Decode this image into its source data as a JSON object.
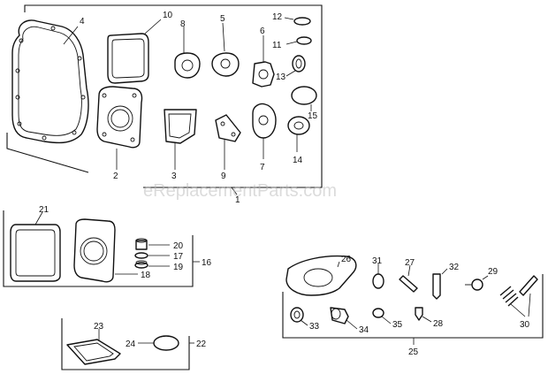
{
  "watermark": "eReplacementParts.com",
  "callouts": {
    "c1": "1",
    "c2": "2",
    "c3": "3",
    "c4": "4",
    "c5": "5",
    "c6": "6",
    "c7": "7",
    "c8": "8",
    "c9": "9",
    "c10": "10",
    "c11": "11",
    "c12": "12",
    "c13": "13",
    "c14": "14",
    "c15": "15",
    "c16": "16",
    "c17": "17",
    "c18": "18",
    "c19": "19",
    "c20": "20",
    "c21": "21",
    "c22": "22",
    "c23": "23",
    "c24": "24",
    "c25": "25",
    "c26": "26",
    "c27": "27",
    "c28": "28",
    "c29": "29",
    "c30": "30",
    "c31": "31",
    "c32": "32",
    "c33": "33",
    "c34": "34",
    "c35": "35"
  }
}
